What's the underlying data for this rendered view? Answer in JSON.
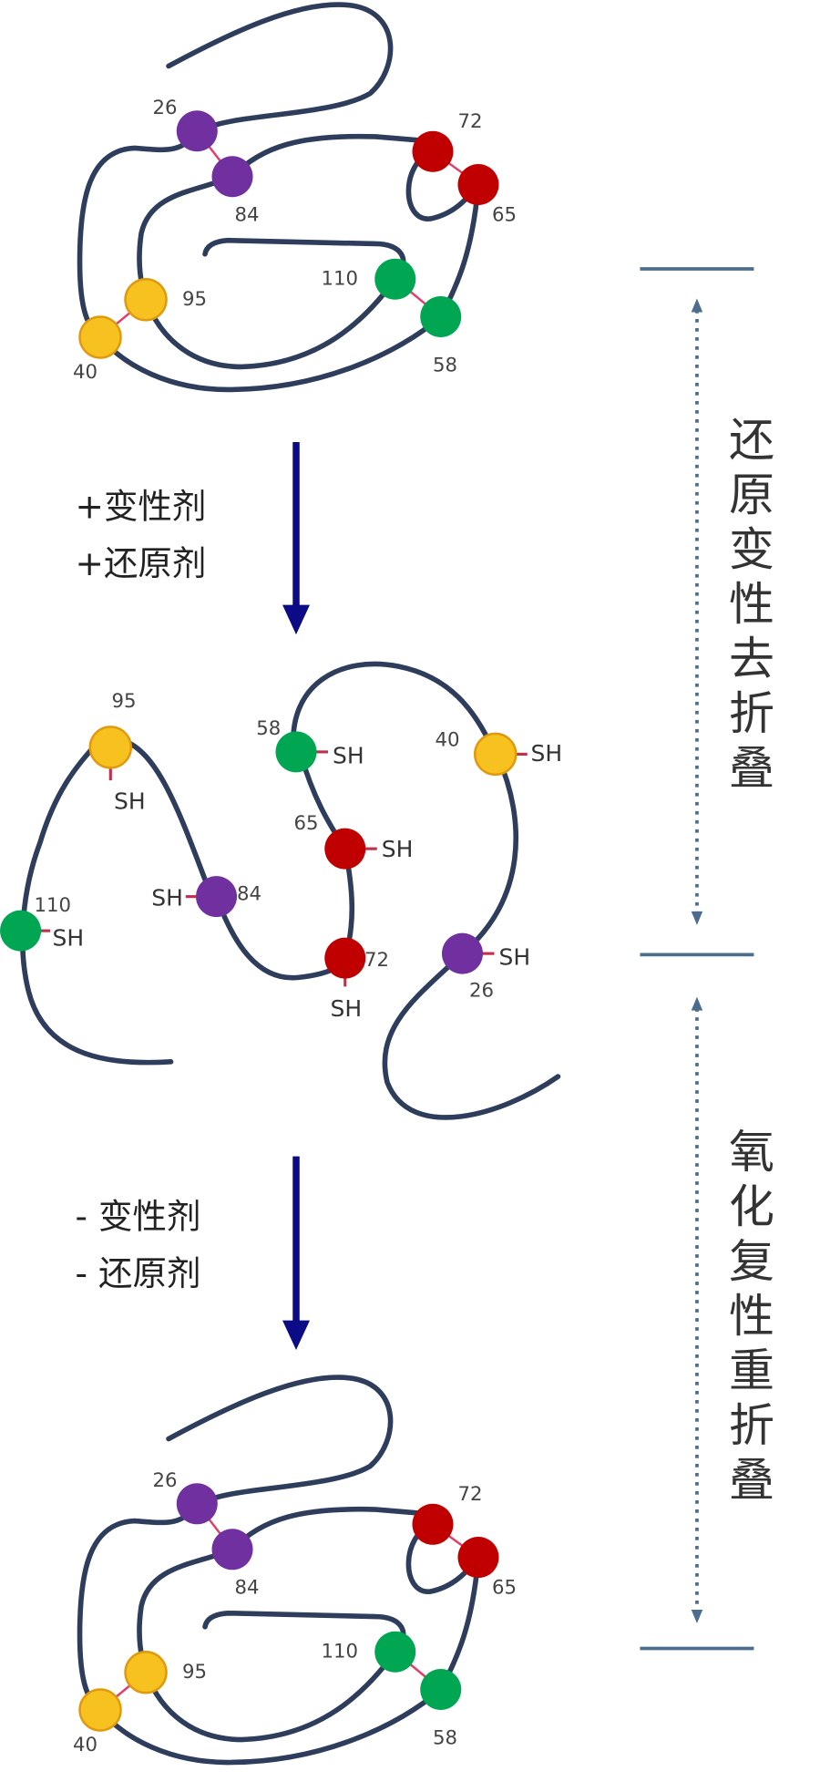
{
  "colors": {
    "cys_pair_26_84": "#7030a0",
    "cys_pair_65_72": "#c00000",
    "cys_pair_58_110": "#00a651",
    "cys_pair_40_95": "#f7c21f",
    "chain": "#2e3d5c",
    "arrow": "#0b0b85",
    "bracket": "#4d6d8f"
  },
  "residues": [
    "26",
    "84",
    "72",
    "65",
    "110",
    "58",
    "95",
    "40"
  ],
  "thiol_label": "SH",
  "step1": {
    "line1": "+变性剂",
    "line2": "+还原剂"
  },
  "step2": {
    "line1": "- 变性剂",
    "line2": "- 还原剂"
  },
  "phase_labels": {
    "unfolding": "还原变性去折叠",
    "refolding": "氧化复性重折叠"
  }
}
